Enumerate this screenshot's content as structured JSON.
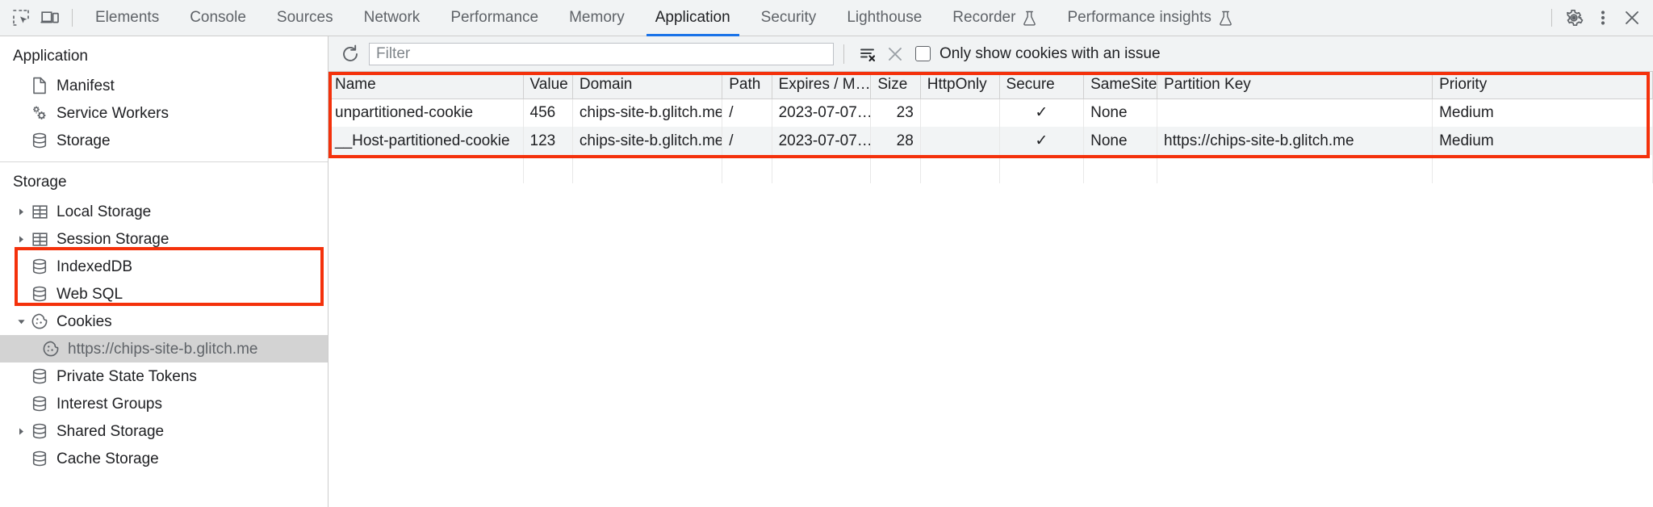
{
  "toolbar": {
    "icons": [
      {
        "name": "inspect-element-icon",
        "label": "Inspect element"
      },
      {
        "name": "device-toolbar-icon",
        "label": "Toggle device toolbar"
      }
    ],
    "tabs": [
      {
        "label": "Elements",
        "active": false,
        "experimental": false
      },
      {
        "label": "Console",
        "active": false,
        "experimental": false
      },
      {
        "label": "Sources",
        "active": false,
        "experimental": false
      },
      {
        "label": "Network",
        "active": false,
        "experimental": false
      },
      {
        "label": "Performance",
        "active": false,
        "experimental": false
      },
      {
        "label": "Memory",
        "active": false,
        "experimental": false
      },
      {
        "label": "Application",
        "active": true,
        "experimental": false
      },
      {
        "label": "Security",
        "active": false,
        "experimental": false
      },
      {
        "label": "Lighthouse",
        "active": false,
        "experimental": false
      },
      {
        "label": "Recorder",
        "active": false,
        "experimental": true
      },
      {
        "label": "Performance insights",
        "active": false,
        "experimental": true
      }
    ],
    "right_icons": [
      {
        "name": "settings-gear-icon",
        "label": "Settings"
      },
      {
        "name": "more-options-icon",
        "label": "Customize and control DevTools"
      },
      {
        "name": "close-devtools-icon",
        "label": "Close DevTools"
      }
    ],
    "accent_color": "#1a73e8",
    "background_color": "#f1f3f4"
  },
  "sidebar": {
    "sections": [
      {
        "title": "Application",
        "items": [
          {
            "label": "Manifest",
            "icon": "document-icon",
            "level": 1,
            "twisty": "none",
            "selected": false
          },
          {
            "label": "Service Workers",
            "icon": "gears-icon",
            "level": 1,
            "twisty": "none",
            "selected": false
          },
          {
            "label": "Storage",
            "icon": "database-icon",
            "level": 1,
            "twisty": "none",
            "selected": false
          }
        ]
      },
      {
        "title": "Storage",
        "items": [
          {
            "label": "Local Storage",
            "icon": "table-icon",
            "level": 1,
            "twisty": "collapsed",
            "selected": false
          },
          {
            "label": "Session Storage",
            "icon": "table-icon",
            "level": 1,
            "twisty": "collapsed",
            "selected": false
          },
          {
            "label": "IndexedDB",
            "icon": "database-icon",
            "level": 1,
            "twisty": "none",
            "selected": false
          },
          {
            "label": "Web SQL",
            "icon": "database-icon",
            "level": 1,
            "twisty": "none",
            "selected": false
          },
          {
            "label": "Cookies",
            "icon": "cookie-icon",
            "level": 1,
            "twisty": "expanded",
            "selected": false
          },
          {
            "label": "https://chips-site-b.glitch.me",
            "icon": "cookie-icon",
            "level": 2,
            "twisty": "none",
            "selected": true
          },
          {
            "label": "Private State Tokens",
            "icon": "database-icon",
            "level": 1,
            "twisty": "none",
            "selected": false
          },
          {
            "label": "Interest Groups",
            "icon": "database-icon",
            "level": 1,
            "twisty": "none",
            "selected": false
          },
          {
            "label": "Shared Storage",
            "icon": "database-icon",
            "level": 1,
            "twisty": "collapsed",
            "selected": false
          },
          {
            "label": "Cache Storage",
            "icon": "database-icon",
            "level": 1,
            "twisty": "none",
            "selected": false
          }
        ]
      }
    ]
  },
  "filter_bar": {
    "refresh_icon": "refresh-icon",
    "filter_placeholder": "Filter",
    "filter_value": "",
    "clear_filter_icon": "clear-filter-icon",
    "clear_all_icon": "clear-all-cookies-icon",
    "checkbox_label": "Only show cookies with an issue",
    "checkbox_checked": false
  },
  "cookie_table": {
    "columns": [
      "Name",
      "Value",
      "Domain",
      "Path",
      "Expires / M…",
      "Size",
      "HttpOnly",
      "Secure",
      "SameSite",
      "Partition Key",
      "Priority"
    ],
    "rows": [
      {
        "name": "unpartitioned-cookie",
        "value": "456",
        "domain": "chips-site-b.glitch.me",
        "path": "/",
        "expires": "2023-07-07…",
        "size": "23",
        "httponly": "",
        "secure": "✓",
        "samesite": "None",
        "partition_key": "",
        "priority": "Medium"
      },
      {
        "name": "__Host-partitioned-cookie",
        "value": "123",
        "domain": "chips-site-b.glitch.me",
        "path": "/",
        "expires": "2023-07-07…",
        "size": "28",
        "httponly": "",
        "secure": "✓",
        "samesite": "None",
        "partition_key": "https://chips-site-b.glitch.me",
        "priority": "Medium"
      }
    ]
  },
  "annotations": {
    "highlight_color": "#f4310b",
    "boxes": [
      {
        "name": "cookie-table-highlight",
        "target": "cookie-table"
      },
      {
        "name": "cookies-tree-highlight",
        "target": "sidebar-cookies-group"
      }
    ]
  }
}
